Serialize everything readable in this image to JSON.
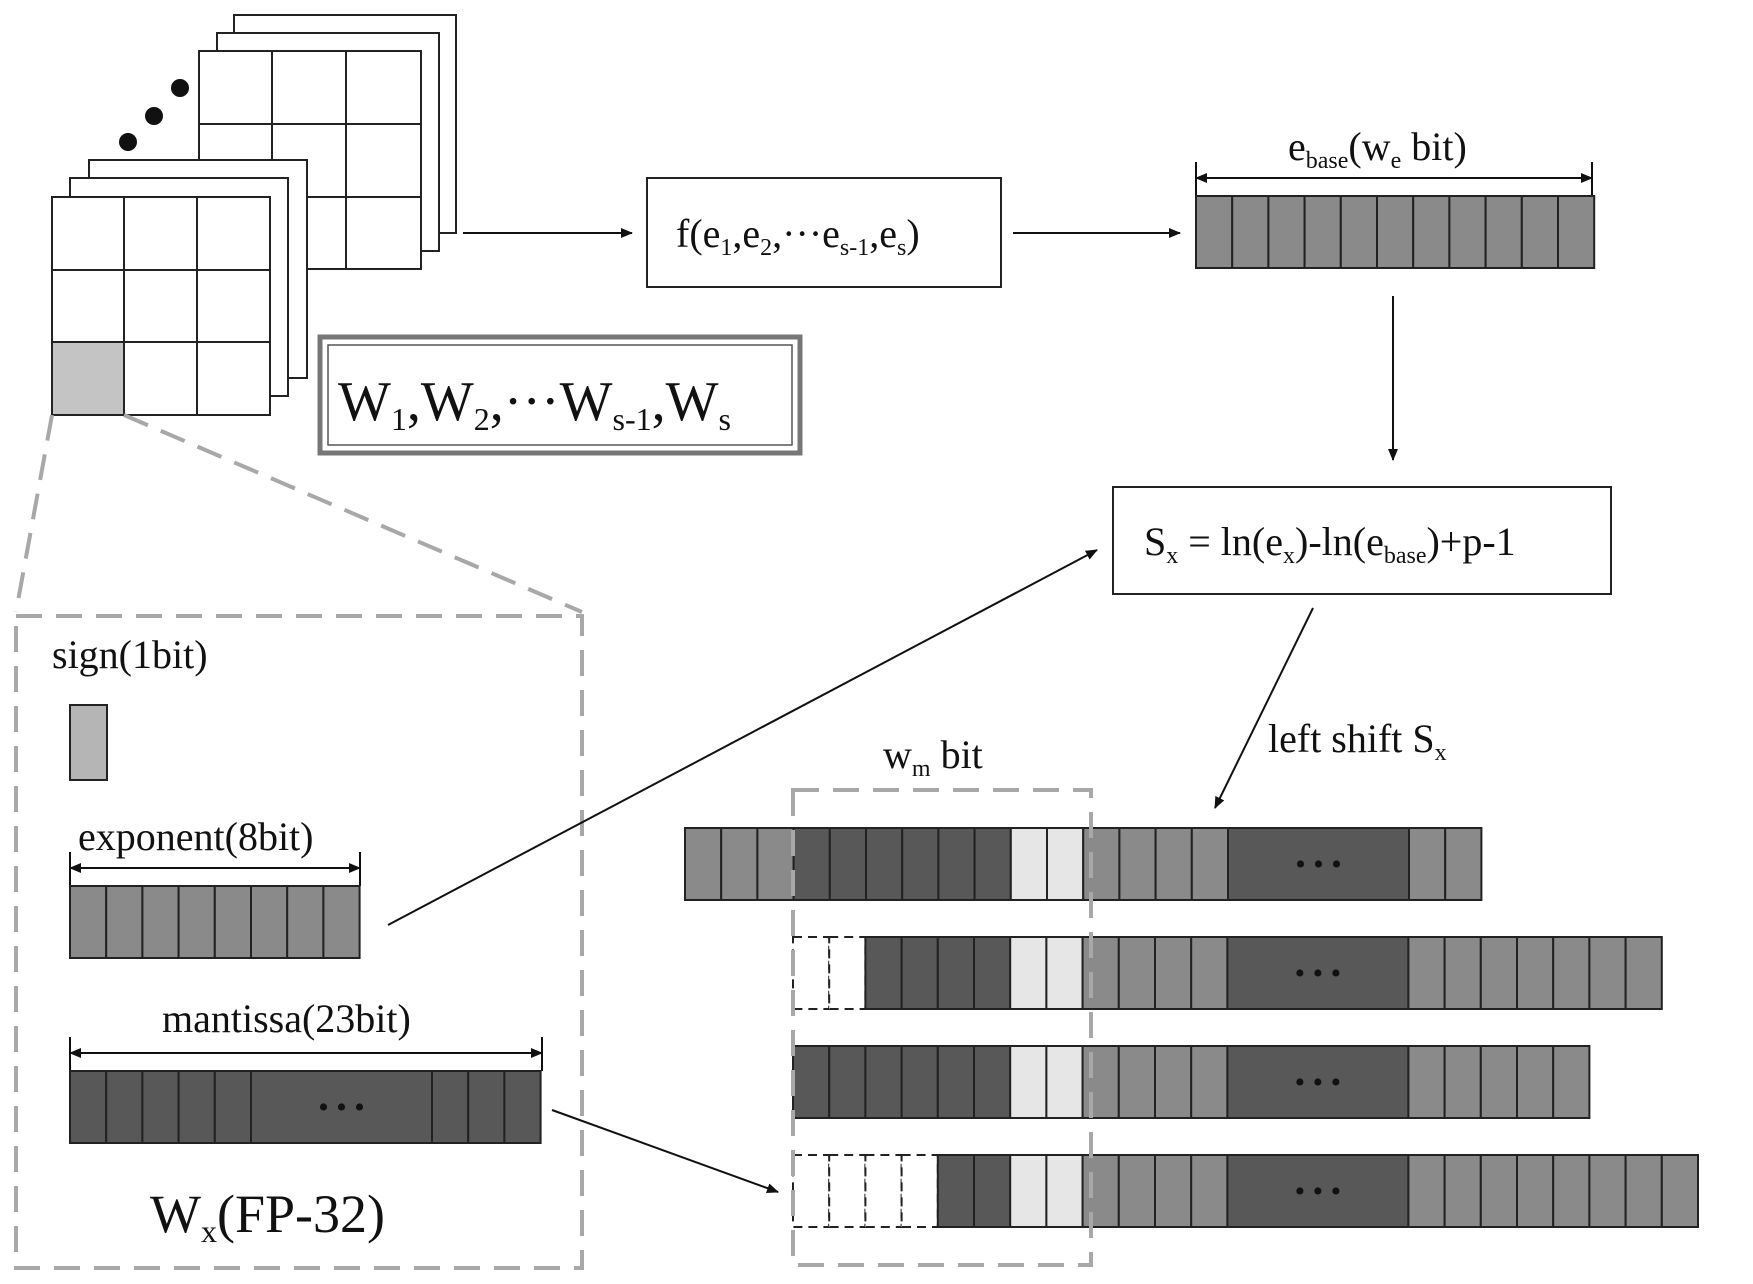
{
  "labels": {
    "weights_label_parts": {
      "w": "W",
      "sub1": "1",
      "sub2": "2",
      "subs1": "s-1",
      "subs": "s",
      "sep": ",",
      "dots": "···"
    },
    "func_parts": {
      "f": "f(e",
      "s1": "1",
      "c": ",e",
      "s2": "2",
      "dots": ",···e",
      "ss1": "s-1",
      "ss": "s",
      "close": ")"
    },
    "ebase_parts": {
      "e": "e",
      "base": "base",
      "open": "(w",
      "esub": "e",
      "bit": " bit)"
    },
    "sx_parts": {
      "S": "S",
      "x": "x",
      "eq": " = ln(e",
      "mid": ")-ln(e",
      "base": "base",
      "tail": ")+p-1"
    },
    "shift_parts": {
      "text": "left shift S",
      "x": "x"
    },
    "wm_parts": {
      "w": "w",
      "m": "m",
      "bit": " bit"
    },
    "sign": "sign(1bit)",
    "exponent": "exponent(8bit)",
    "mantissa": "mantissa(23bit)",
    "wx_parts": {
      "W": "W",
      "x": "x",
      "rest": "(FP-32)"
    },
    "ellipsis": "• • •"
  },
  "colors": {
    "dark": "#585858",
    "medium": "#8a8a8a",
    "light": "#e6e6e6",
    "sign_fill": "#b5b5b5",
    "dashed": "#a8a8a8",
    "line": "#222222"
  }
}
